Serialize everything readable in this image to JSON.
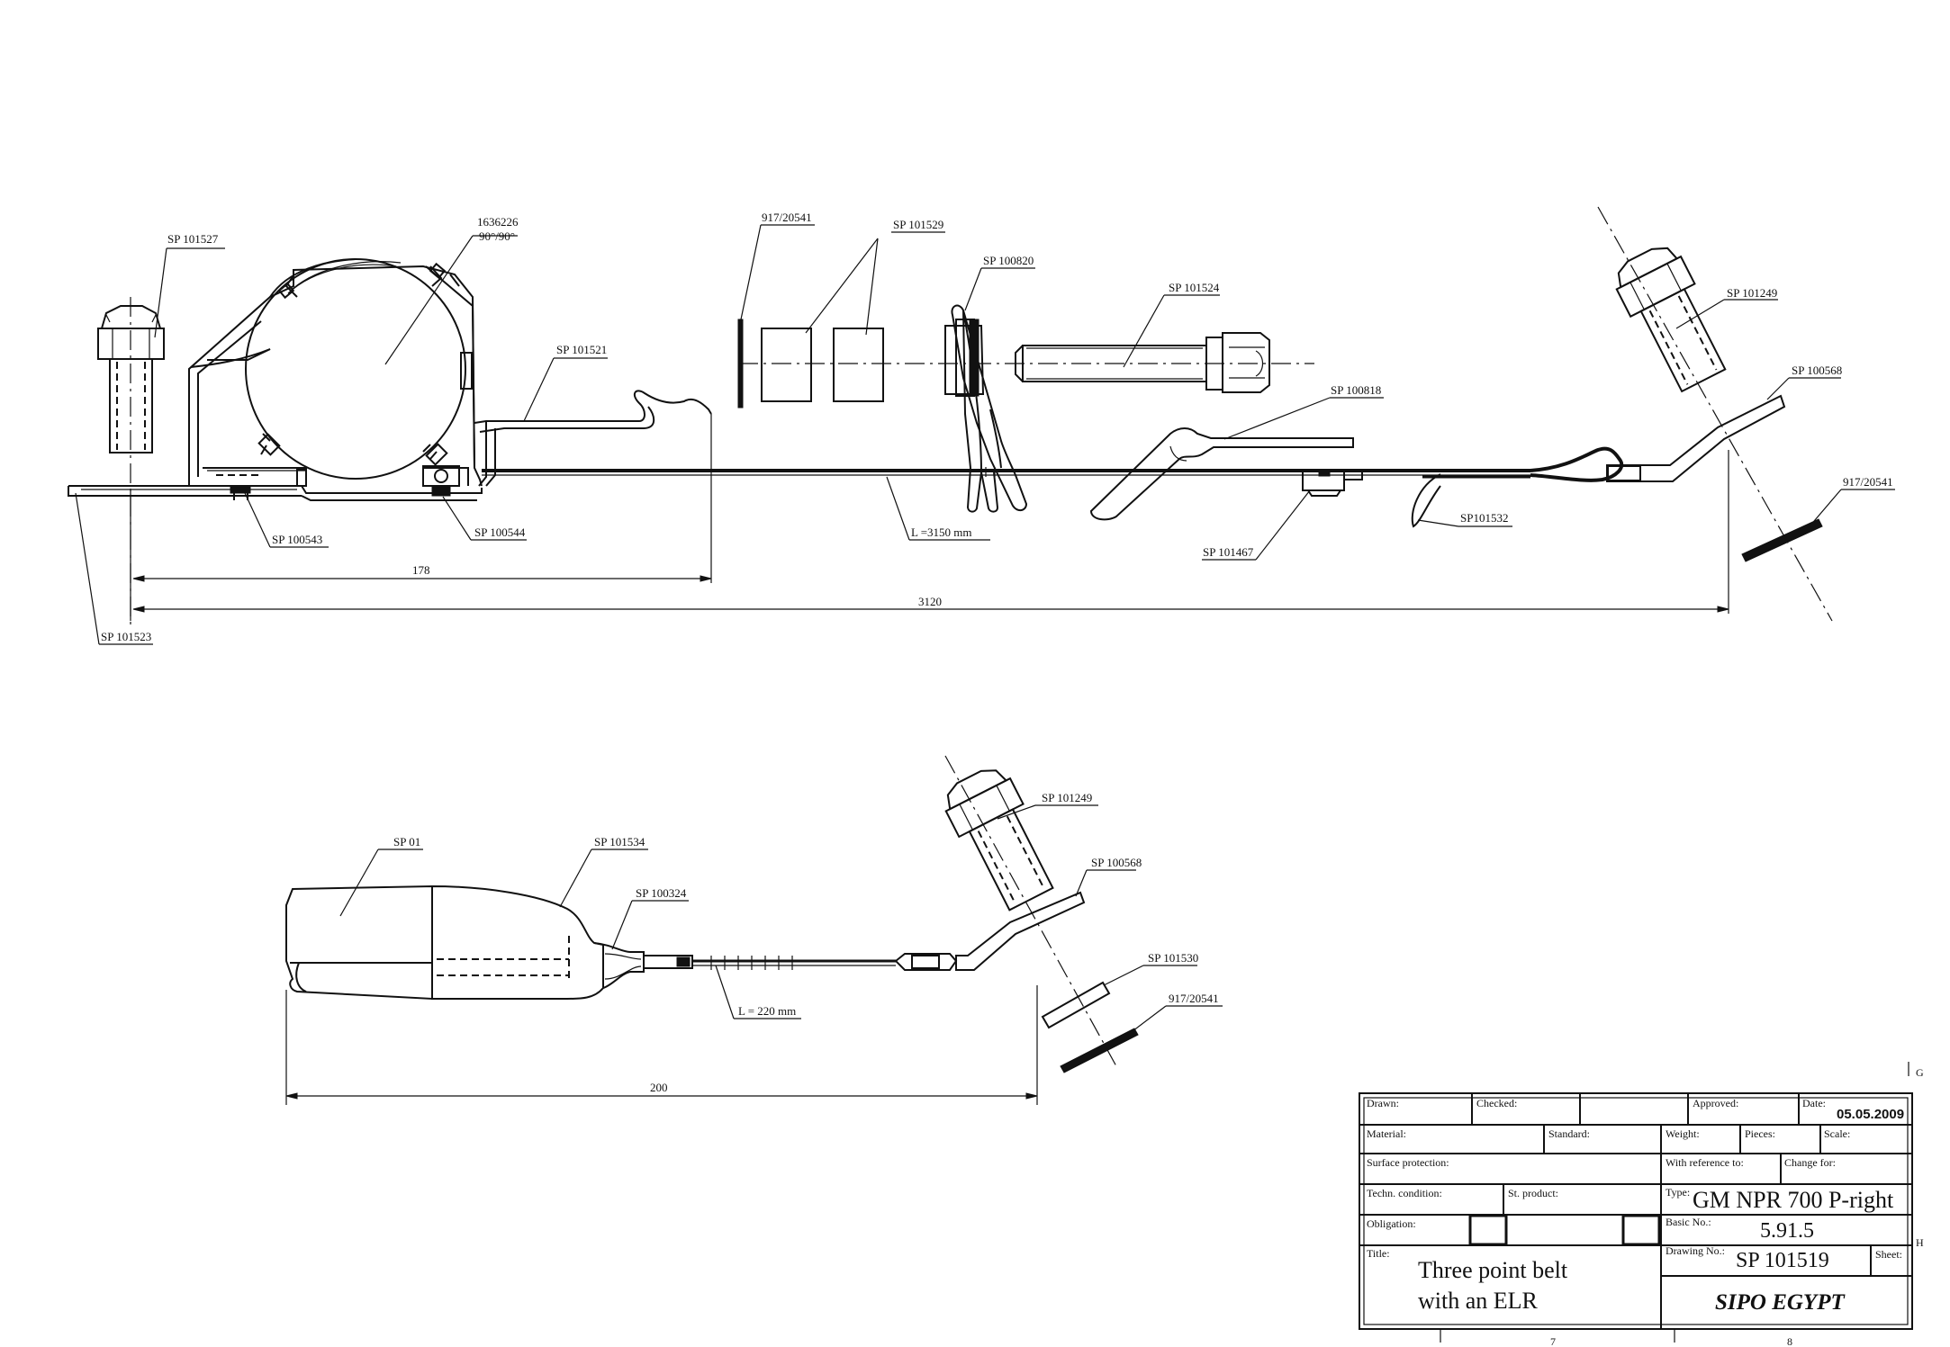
{
  "labels": {
    "sp101527": "SP 101527",
    "l1636226": "1636226",
    "l1636226_angle": "90°/90°",
    "sp101521": "SP 101521",
    "w917_top_left": "917/20541",
    "sp101529": "SP 101529",
    "sp100820": "SP 100820",
    "sp101524": "SP 101524",
    "sp100818": "SP 100818",
    "sp101249_top": "SP 101249",
    "sp100568_top": "SP 100568",
    "w917_top_right": "917/20541",
    "sp100543": "SP 100543",
    "sp100544": "SP 100544",
    "belt_length": "L =3150  mm",
    "sp101532": "SP101532",
    "sp101467": "SP 101467",
    "sp101523": "SP 101523",
    "sp01": "SP 01",
    "sp101534": "SP 101534",
    "sp100324": "SP 100324",
    "sp101249_bottom": "SP 101249",
    "sp100568_bottom": "SP 100568",
    "sp101530": "SP 101530",
    "w917_bottom": "917/20541",
    "buckle_length": "L = 220 mm"
  },
  "dimensions": {
    "d178": "178",
    "d3120": "3120",
    "d200": "200"
  },
  "title_block": {
    "drawn": "Drawn:",
    "checked": "Checked:",
    "approved": "Approved:",
    "date_label": "Date:",
    "date": "05.05.2009",
    "material": "Material:",
    "standard": "Standard:",
    "weight": "Weight:",
    "pieces": "Pieces:",
    "scale": "Scale:",
    "surface": "Surface protection:",
    "reference": "With reference to:",
    "change": "Change for:",
    "techn": "Techn. condition:",
    "st_product": "St. product:",
    "type_label": "Type:",
    "type_value": "GM NPR 700 P-right",
    "obligation": "Obligation:",
    "basic_label": "Basic No.:",
    "basic_value": "5.91.5",
    "title_label": "Title:",
    "title_line1": "Three point belt",
    "title_line2": "with an ELR",
    "drawing_no_label": "Drawing No.:",
    "drawing_no": "SP 101519",
    "sheet": "Sheet:",
    "company": "SIPO EGYPT"
  },
  "frame_marks": {
    "g": "G",
    "h": "H",
    "bottom_7": "7",
    "bottom_8": "8"
  }
}
